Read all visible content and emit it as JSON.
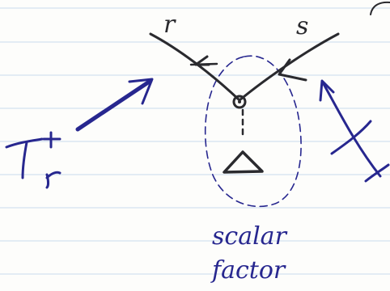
{
  "labels": {
    "r": "r",
    "s": "s",
    "scalar_factor_line1": "scalar",
    "scalar_factor_line2": "factor"
  },
  "colors": {
    "paper": "#fdfdfb",
    "ruled_line": "#c9dbee",
    "black_ink": "#2a2a2e",
    "blue_ink": "#27278f"
  }
}
